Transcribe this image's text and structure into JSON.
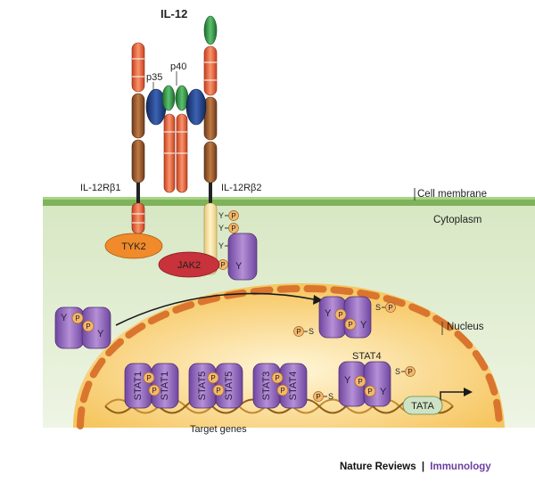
{
  "title": "IL-12",
  "labels": {
    "p35": "p35",
    "p40": "p40",
    "receptor_b1": "IL-12Rβ1",
    "receptor_b2": "IL-12Rβ2",
    "cell_membrane": "Cell membrane",
    "cytoplasm": "Cytoplasm",
    "nucleus": "Nucleus",
    "tyk2": "TYK2",
    "jak2": "JAK2",
    "stat4": "STAT4",
    "tata": "TATA",
    "target_genes": "Target genes"
  },
  "dimers": [
    {
      "left": "STAT1",
      "right": "STAT1"
    },
    {
      "left": "STAT5",
      "right": "STAT5"
    },
    {
      "left": "STAT3",
      "right": "STAT4"
    }
  ],
  "marks": {
    "y": "Y",
    "p": "P",
    "s": "S"
  },
  "footer": {
    "journal": "Nature Reviews",
    "separator": "|",
    "section": "Immunology"
  },
  "colors": {
    "receptor_red": "#e8573a",
    "receptor_brown": "#9a5a2c",
    "p35_blue": "#1f3f86",
    "p40_green": "#2f9a45",
    "membrane": "#6fa64d",
    "cytoplasm": "#dbe9c9",
    "nucleus": "#f7c25a",
    "stat_purple": "#8e63b6",
    "tyk2_orange": "#f08a2a",
    "jak2_red": "#c8323a",
    "phospho": "#f4b86b",
    "tata_green": "#cfe3c4",
    "immunology_purple": "#6b3fa0"
  }
}
